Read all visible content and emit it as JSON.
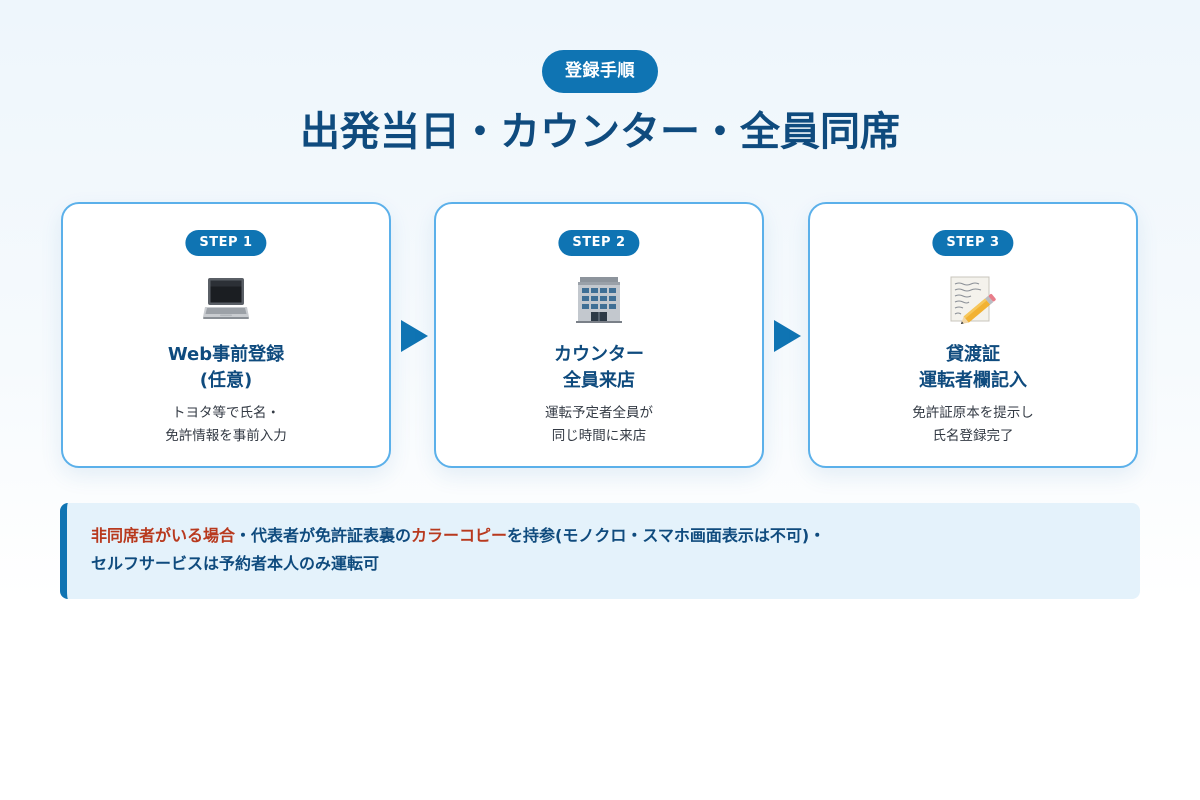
{
  "header": {
    "badge": "登録手順",
    "title": "出発当日・カウンター・全員同席"
  },
  "steps": [
    {
      "badge": "STEP 1",
      "icon": "laptop-icon",
      "title_lines": [
        "Web事前登録",
        "(任意)"
      ],
      "desc_lines": [
        "トヨタ等で氏名・",
        "免許情報を事前入力"
      ]
    },
    {
      "badge": "STEP 2",
      "icon": "office-building-icon",
      "title_lines": [
        "カウンター",
        "全員来店"
      ],
      "desc_lines": [
        "運転予定者全員が",
        "同じ時間に来店"
      ]
    },
    {
      "badge": "STEP 3",
      "icon": "memo-pencil-icon",
      "title_lines": [
        "貸渡証",
        "運転者欄記入"
      ],
      "desc_lines": [
        "免許証原本を提示し",
        "氏名登録完了"
      ]
    }
  ],
  "note": {
    "highlight_1": "非同席者がいる場合",
    "text_1": "・代表者が免許証表裏の",
    "highlight_2": "カラーコピー",
    "text_2": "を持参(モノクロ・スマホ画面表示は不可)・",
    "line_2": "セルフサービスは予約者本人のみ運転可"
  },
  "colors": {
    "accent": "#0f74b3",
    "title": "#0f4b7e",
    "card_border": "#5bb0ea",
    "highlight": "#b8391e",
    "note_bg": "#e4f2fb"
  }
}
